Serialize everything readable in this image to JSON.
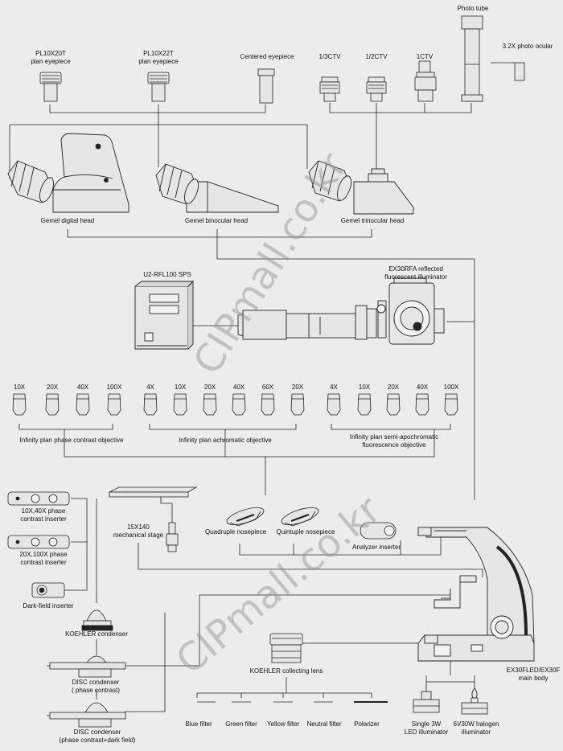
{
  "labels": {
    "photo_tube": "Photo tube",
    "photo_ocular": "3.2X photo ocular",
    "pl10x20t": "PL10X20T",
    "pl10x20t_sub": "plan eyepiece",
    "pl10x22t": "PL10X22T",
    "pl10x22t_sub": "plan eyepiece",
    "centered_eyepiece": "Centered eyepiece",
    "ctv_13": "1/3CTV",
    "ctv_12": "1/2CTV",
    "ctv_1": "1CTV",
    "digital_head": "Gemel digital head",
    "binocular_head": "Gemel binocular head",
    "trinocular_head": "Gemel trinocular head",
    "power_supply": "U2-RFL100 SPS",
    "illuminator": "EX30RFA reflected",
    "illuminator_sub": "fluorescent illuminator",
    "phase_objective": "Infinity plan phase contrast objective",
    "achromatic_objective": "Infinity plan achromatic objective",
    "semi_apo_objective": "Infinity plan semi-apochromatic",
    "semi_apo_objective_sub": "fluorescence objective",
    "phase_inserter_1": "10X,40X phase",
    "phase_inserter_1_sub": "contrast inserter",
    "phase_inserter_2": "20X,100X phase",
    "phase_inserter_2_sub": "contrast inserter",
    "darkfield_inserter": "Dark-field inserter",
    "koehler_condenser": "KOEHLER  condenser",
    "disc_condenser_1": "DISC condenser",
    "disc_condenser_1_sub": "( phase contrast)",
    "disc_condenser_2": "DISC condenser",
    "disc_condenser_2_sub": "(phase contrast+dark field)",
    "stage": "15X140",
    "stage_sub": "mechanical stage",
    "quad_nosepiece": "Quadruple nosepiece",
    "quint_nosepiece": "Quintuple nosepiece",
    "analyzer": "Analyzer inserter",
    "main_body": "EX30FLED/EX30F",
    "main_body_sub": "main body",
    "collecting_lens": "KOEHLER collecting lens",
    "led_illuminator": "Single 3W",
    "led_illuminator_sub": "LED illuminator",
    "halogen_illuminator": "6V30W halogen",
    "halogen_illuminator_sub": "illuminator"
  },
  "objectives": {
    "phase": [
      "10X",
      "20X",
      "40X",
      "100X"
    ],
    "achromatic": [
      "4X",
      "10X",
      "20X",
      "40X",
      "60X",
      "20X"
    ],
    "semi_apo": [
      "4X",
      "10X",
      "20X",
      "40X",
      "100X"
    ]
  },
  "filters": [
    "Blue filter",
    "Green filter",
    "Yellow filter",
    "Neutral filter",
    "Polarizer"
  ],
  "watermark": "CIPmall.co.kr",
  "colors": {
    "background": "#ececec",
    "line": "#222222",
    "part_fill": "#e6e6e6",
    "watermark": "#969696"
  }
}
